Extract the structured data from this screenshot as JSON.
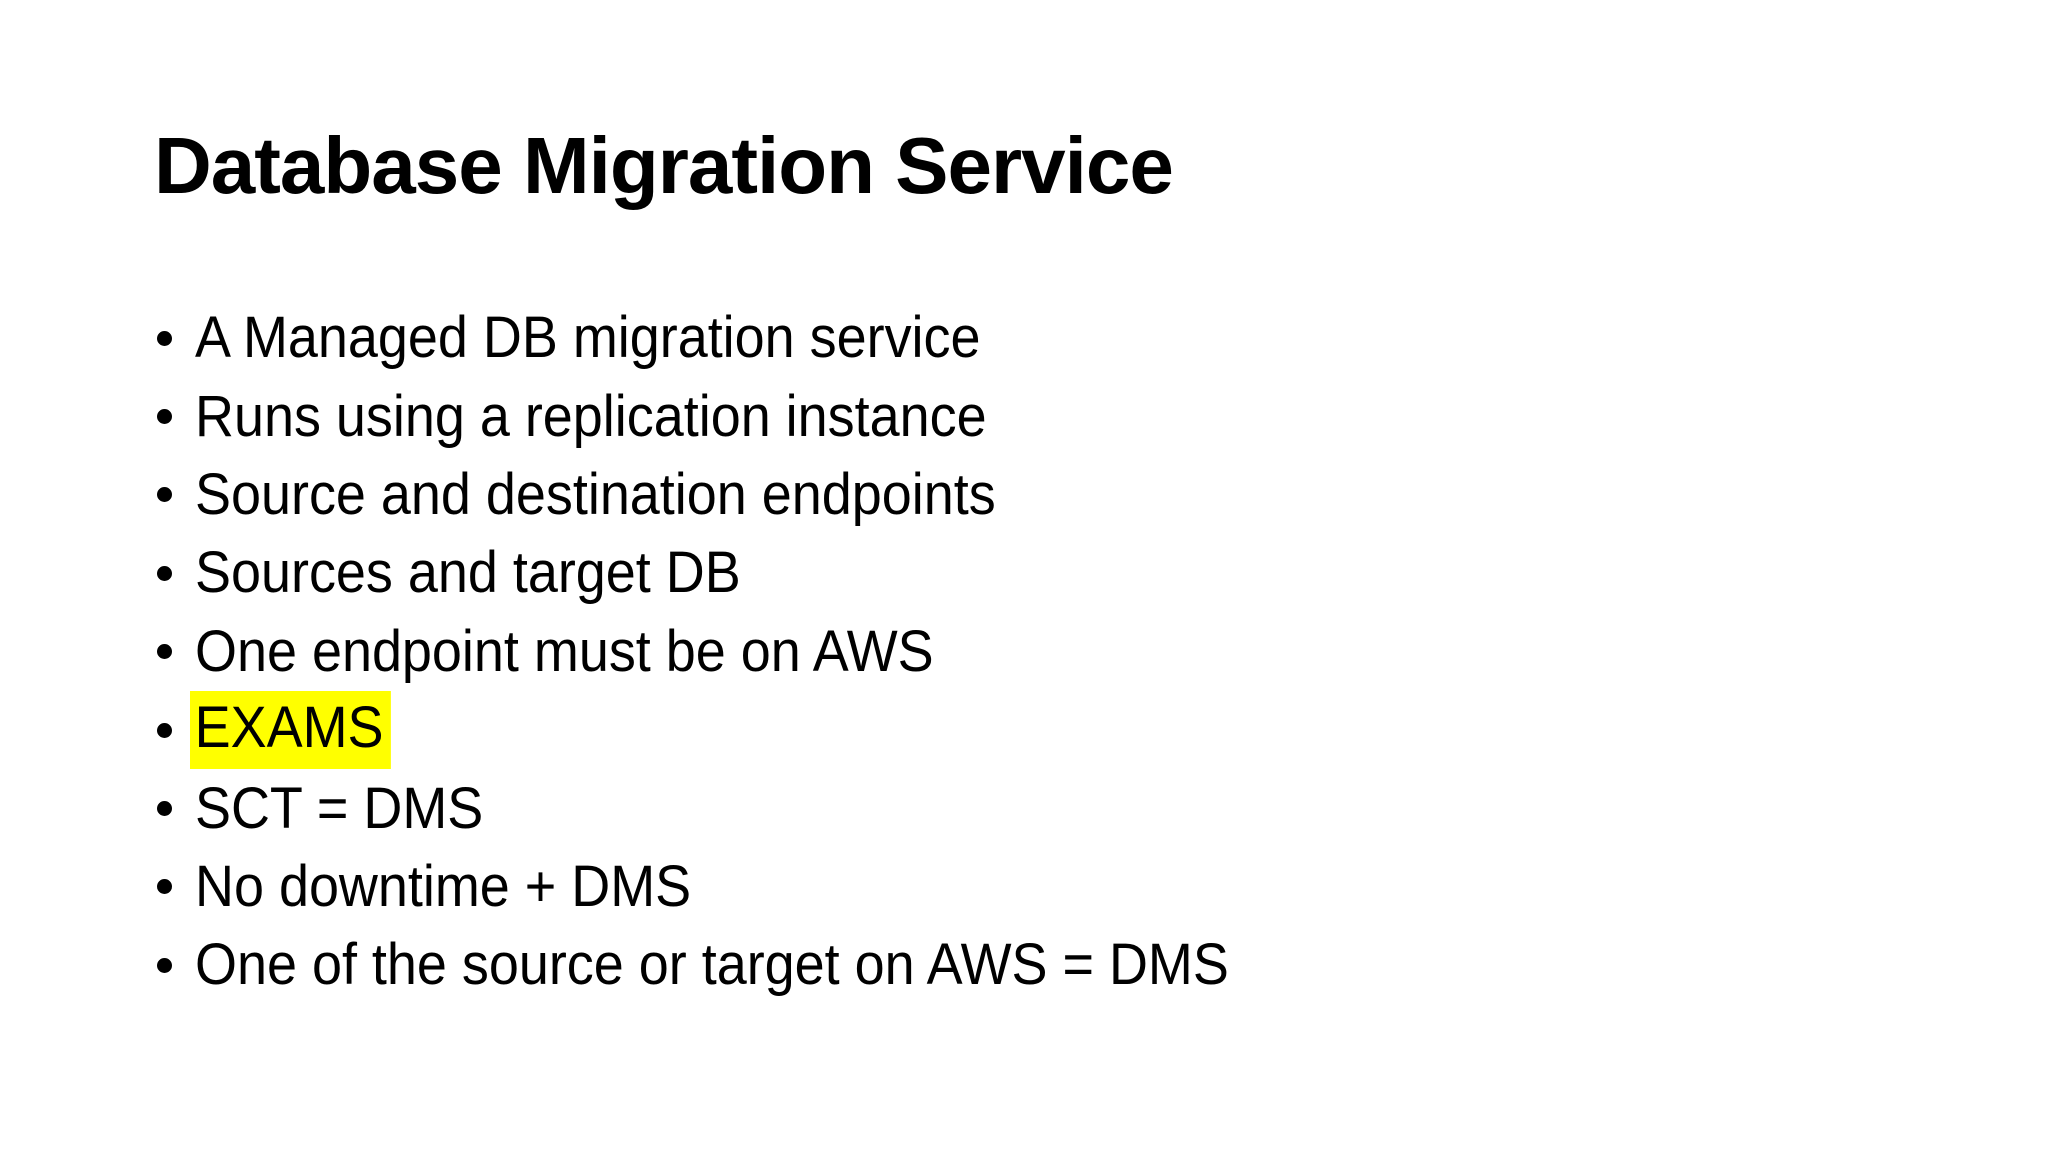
{
  "slide": {
    "title": "Database Migration Service",
    "bullets": [
      {
        "text": "A Managed DB migration service",
        "highlight": false
      },
      {
        "text": "Runs using a replication instance",
        "highlight": false
      },
      {
        "text": "Source and destination endpoints",
        "highlight": false
      },
      {
        "text": "Sources and target DB",
        "highlight": false
      },
      {
        "text": "One endpoint must be on AWS",
        "highlight": false
      },
      {
        "text": "EXAMS",
        "highlight": true
      },
      {
        "text": "SCT = DMS",
        "highlight": false
      },
      {
        "text": "No downtime + DMS",
        "highlight": false
      },
      {
        "text": "One of the source or target on AWS = DMS",
        "highlight": false
      }
    ],
    "icons": {
      "bullet_glyph": "bullet-dot"
    },
    "colors": {
      "background": "#ffffff",
      "text": "#000000",
      "highlight": "#ffff00"
    }
  }
}
